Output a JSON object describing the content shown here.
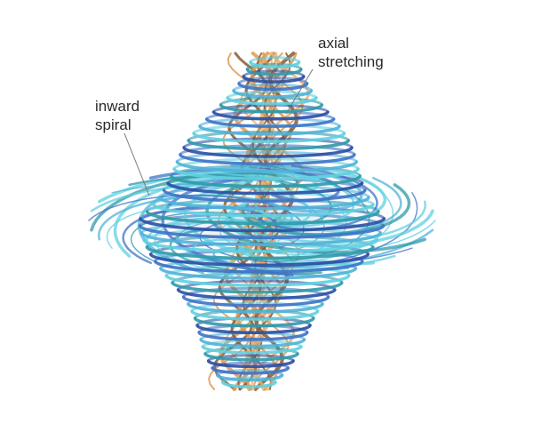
{
  "labels": {
    "axial_line1": "axial",
    "axial_line2": "stretching",
    "inward_line1": "inward",
    "inward_line2": "spiral"
  },
  "colors": {
    "background": "#ffffff",
    "core_orange": "#e09a52",
    "core_brown": "#8a5a36",
    "deep_blue": "#2b4fa3",
    "mid_blue": "#3f72c8",
    "light_blue": "#4fb3d9",
    "cyan": "#5fd0e0",
    "teal": "#2f9aa8",
    "leader_line": "#777777"
  },
  "icons": [
    "vortex-tube-illustration"
  ]
}
